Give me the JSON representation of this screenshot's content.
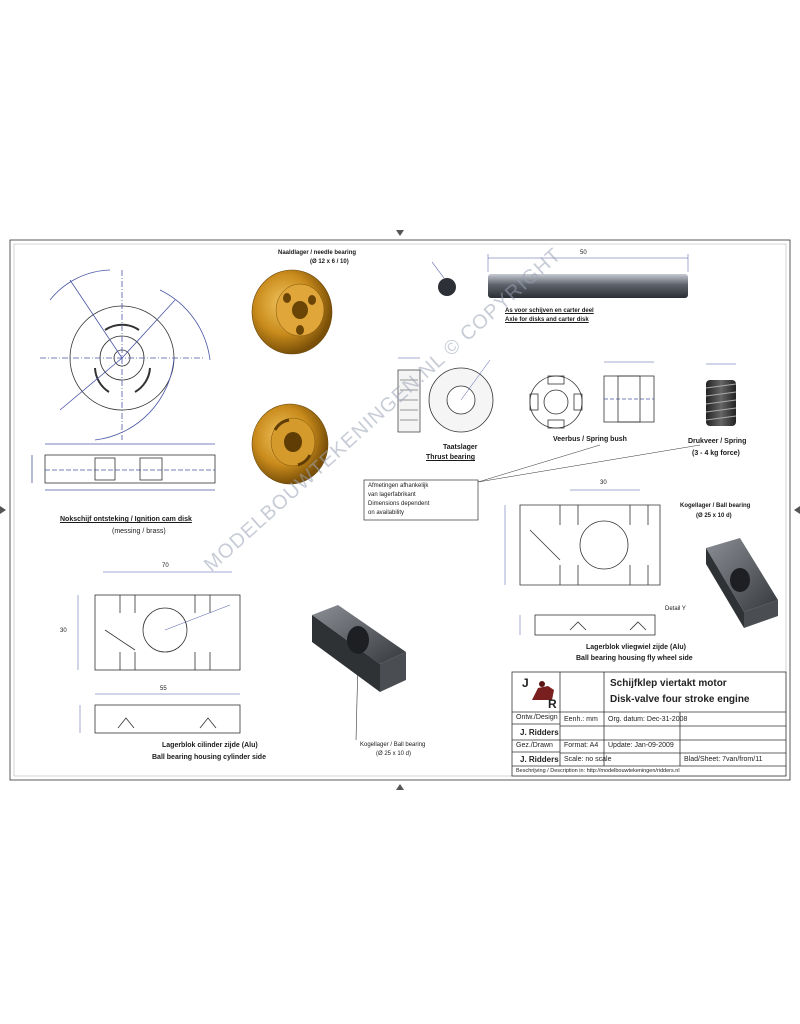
{
  "cam_disk": {
    "title": "Nokschijf ontsteking / Ignition cam disk",
    "material": "(messing / brass)"
  },
  "needle_bearing": {
    "label": "Naaldlager / needle bearing",
    "size": "(Ø 12 x 6 / 10)"
  },
  "axle": {
    "label_nl": "As voor schijven en carter deel",
    "label_en": "Axle for disks and carter disk",
    "dim": "50"
  },
  "thrust_bearing": {
    "label_nl": "Taatslager",
    "label_en": "Thrust bearing"
  },
  "spring_bush": {
    "label": "Veerbus / Spring bush"
  },
  "spring": {
    "label": "Drukveer / Spring",
    "force": "(3 - 4 kg force)"
  },
  "note": {
    "line1": "Afmetingen afhankelijk",
    "line2": "van lagerfabrikant",
    "line3": "Dimensions dependent",
    "line4": "on availability"
  },
  "ball_bearing_right": {
    "label": "Kogellager / Ball bearing",
    "size": "(Ø 25 x 10 d)",
    "dim_top": "30",
    "detail": "Detail Y"
  },
  "housing_flywheel": {
    "label_nl": "Lagerblok vliegwiel zijde (Alu)",
    "label_en": "Ball bearing housing fly wheel side"
  },
  "housing_cylinder": {
    "label_nl": "Lagerblok cilinder zijde (Alu)",
    "label_en": "Ball bearing housing cylinder side",
    "dim_width": "70",
    "dim_height": "30",
    "dim_bottom": "55"
  },
  "ball_bearing_left": {
    "label": "Kogellager / Ball bearing",
    "size": "(Ø 25 x 10 d)"
  },
  "title_block": {
    "logo_j": "J",
    "logo_r": "R",
    "title_nl": "Schijfklep viertakt motor",
    "title_en": "Disk-valve four stroke engine",
    "ontw_label": "Ontw./Design",
    "designer": "J. Ridders",
    "gez_label": "Gez./Drawn",
    "drawer": "J. Ridders",
    "units": "Eenh.: mm",
    "format": "Format: A4",
    "scale": "Scale: no scale",
    "orig_date": "Org. datum: Dec-31-2008",
    "update": "Update: Jan-09-2009",
    "sheet": "Blad/Sheet: 7van/from/11",
    "description": "Beschrijving / Description in: http://modelbouwtekeningen/ridders.nl"
  },
  "watermark": "MODELBOUWTEKENINGEN.NL © COPYRIGHT"
}
